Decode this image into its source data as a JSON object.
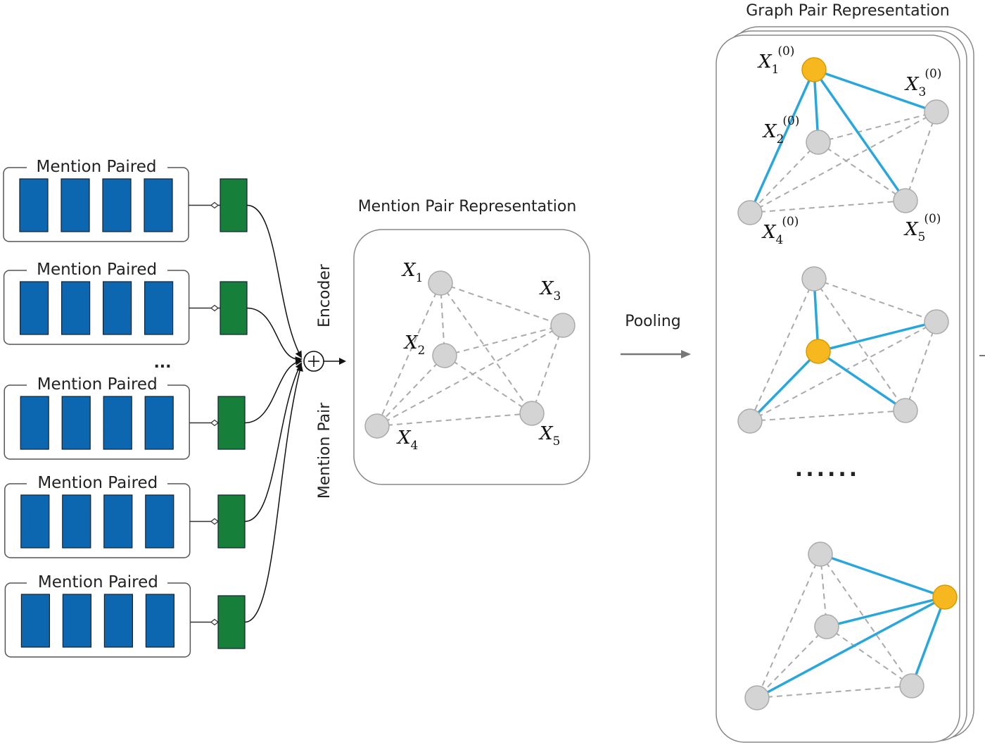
{
  "left_group": {
    "blocks": [
      {
        "label": "Mention Paired"
      },
      {
        "label": "Mention Paired"
      },
      {
        "label": "Mention Paired"
      },
      {
        "label": "Mention Paired"
      },
      {
        "label": "Mention Paired"
      }
    ],
    "ellipsis": "...",
    "encoder_label_top": "Encoder",
    "encoder_label_bottom": "Mention Pair"
  },
  "center_panel": {
    "title": "Mention Pair Representation",
    "nodes": [
      {
        "var": "X",
        "sub": "1"
      },
      {
        "var": "X",
        "sub": "2"
      },
      {
        "var": "X",
        "sub": "3"
      },
      {
        "var": "X",
        "sub": "4"
      },
      {
        "var": "X",
        "sub": "5"
      }
    ]
  },
  "pooling_label": "Pooling",
  "right_panel": {
    "title": "Graph Pair Representation",
    "top_graph_labels": [
      {
        "var": "X",
        "sub": "1",
        "sup": "(0)"
      },
      {
        "var": "X",
        "sub": "2",
        "sup": "(0)"
      },
      {
        "var": "X",
        "sub": "3",
        "sup": "(0)"
      },
      {
        "var": "X",
        "sub": "4",
        "sup": "(0)"
      },
      {
        "var": "X",
        "sub": "5",
        "sup": "(0)"
      }
    ],
    "ellipsis": "......"
  },
  "colors": {
    "token_blue": "#0d67b0",
    "encoder_green": "#16803a",
    "node_gray": "#d4d4d4",
    "node_highlight": "#f7b81f",
    "edge_blue": "#29a7dd",
    "edge_dashed": "#aaaaaa"
  }
}
